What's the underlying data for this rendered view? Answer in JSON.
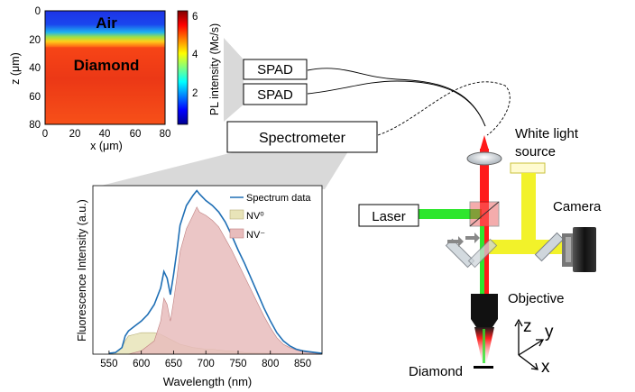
{
  "colors": {
    "laser_green": "#2ee62e",
    "laser_red": "#ff1a1a",
    "white_light_yellow": "#f2f22a",
    "spectrum_line": "#1f6fb5",
    "nv0_fill": "#e8e4b8",
    "nvm_fill": "#e8bcbc",
    "connector_gray": "#d9d9d9"
  },
  "pl_map": {
    "label_air": "Air",
    "label_diamond": "Diamond",
    "xlabel": "x (μm)",
    "ylabel": "z (μm)",
    "x_ticks": [
      "0",
      "20",
      "40",
      "60",
      "80"
    ],
    "y_ticks": [
      "0",
      "20",
      "40",
      "60",
      "80"
    ],
    "colorbar_label": "PL intensity (Mc/s)",
    "colorbar_ticks": [
      "2",
      "4",
      "6"
    ]
  },
  "setup": {
    "spad1": "SPAD",
    "spad2": "SPAD",
    "spectrometer": "Spectrometer",
    "white_light_line1": "White light",
    "white_light_line2": "source",
    "laser": "Laser",
    "camera": "Camera",
    "objective": "Objective",
    "diamond": "Diamond",
    "axis_z": "z",
    "axis_y": "y",
    "axis_x": "x"
  },
  "chart_data": {
    "type": "area",
    "xlabel": "Wavelength (nm)",
    "ylabel": "Fluorescence Intensity (a.u.)",
    "xlim": [
      525,
      880
    ],
    "ylim": [
      0,
      1.02
    ],
    "x_ticks": [
      "550",
      "600",
      "650",
      "700",
      "750",
      "800",
      "850"
    ],
    "legend_position": "top-right",
    "legend": [
      {
        "label": "Spectrum data",
        "kind": "line"
      },
      {
        "label": "NV⁰",
        "kind": "patch"
      },
      {
        "label": "NV⁻",
        "kind": "patch"
      }
    ],
    "series": [
      {
        "name": "Spectrum data",
        "x": [
          550,
          560,
          570,
          575,
          580,
          590,
          600,
          610,
          620,
          630,
          635,
          640,
          645,
          650,
          655,
          660,
          670,
          680,
          686,
          690,
          700,
          710,
          720,
          730,
          740,
          750,
          760,
          770,
          780,
          790,
          800,
          810,
          820,
          830,
          840,
          850,
          860,
          870,
          880
        ],
        "y": [
          0.005,
          0.01,
          0.04,
          0.11,
          0.14,
          0.17,
          0.2,
          0.24,
          0.3,
          0.4,
          0.5,
          0.46,
          0.36,
          0.48,
          0.62,
          0.78,
          0.9,
          0.96,
          0.99,
          0.97,
          0.93,
          0.9,
          0.86,
          0.8,
          0.72,
          0.63,
          0.55,
          0.46,
          0.37,
          0.28,
          0.2,
          0.13,
          0.08,
          0.05,
          0.03,
          0.02,
          0.015,
          0.01,
          0.005
        ]
      },
      {
        "name": "NV⁰",
        "x": [
          550,
          560,
          570,
          575,
          580,
          590,
          600,
          610,
          620,
          630,
          640,
          650,
          660,
          670,
          680,
          690,
          700,
          710,
          720,
          730,
          740,
          750,
          760,
          780,
          800,
          820,
          840,
          860,
          880
        ],
        "y": [
          0,
          0.01,
          0.04,
          0.08,
          0.11,
          0.12,
          0.13,
          0.13,
          0.13,
          0.12,
          0.1,
          0.08,
          0.06,
          0.05,
          0.04,
          0.035,
          0.03,
          0.03,
          0.025,
          0.02,
          0.02,
          0.015,
          0.01,
          0.008,
          0.005,
          0.003,
          0.002,
          0.001,
          0
        ]
      },
      {
        "name": "NV⁻",
        "x": [
          580,
          600,
          620,
          630,
          635,
          640,
          645,
          650,
          655,
          660,
          670,
          680,
          686,
          690,
          700,
          710,
          720,
          730,
          740,
          750,
          760,
          770,
          780,
          790,
          800,
          810,
          820,
          830,
          840,
          850,
          860,
          870,
          880
        ],
        "y": [
          0,
          0.02,
          0.08,
          0.2,
          0.34,
          0.3,
          0.2,
          0.32,
          0.46,
          0.62,
          0.76,
          0.84,
          0.89,
          0.86,
          0.84,
          0.81,
          0.77,
          0.7,
          0.63,
          0.55,
          0.47,
          0.39,
          0.31,
          0.23,
          0.16,
          0.1,
          0.06,
          0.04,
          0.025,
          0.015,
          0.01,
          0.005,
          0
        ]
      }
    ]
  }
}
